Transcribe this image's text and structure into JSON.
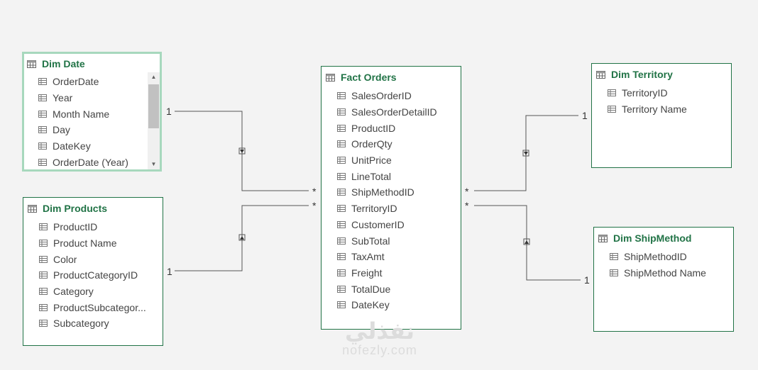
{
  "tables": {
    "dim_date": {
      "title": "Dim Date",
      "columns": [
        "OrderDate",
        "Year",
        "Month Name",
        "Day",
        "DateKey",
        "OrderDate (Year)"
      ]
    },
    "dim_products": {
      "title": "Dim Products",
      "columns": [
        "ProductID",
        "Product Name",
        "Color",
        "ProductCategoryID",
        "Category",
        "ProductSubcategor...",
        "Subcategory"
      ]
    },
    "fact_orders": {
      "title": "Fact Orders",
      "columns": [
        "SalesOrderID",
        "SalesOrderDetailID",
        "ProductID",
        "OrderQty",
        "UnitPrice",
        "LineTotal",
        "ShipMethodID",
        "TerritoryID",
        "CustomerID",
        "SubTotal",
        "TaxAmt",
        "Freight",
        "TotalDue",
        "DateKey"
      ]
    },
    "dim_territory": {
      "title": "Dim Territory",
      "columns": [
        "TerritoryID",
        "Territory Name"
      ]
    },
    "dim_shipmethod": {
      "title": "Dim ShipMethod",
      "columns": [
        "ShipMethodID",
        "ShipMethod Name"
      ]
    }
  },
  "relationships": {
    "date_fact": {
      "one": "1",
      "many": "*"
    },
    "products_fact": {
      "one": "1",
      "many": "*"
    },
    "fact_territory": {
      "one": "1",
      "many": "*"
    },
    "fact_shipmethod": {
      "one": "1",
      "many": "*"
    }
  },
  "watermark": {
    "arabic": "نفذلي",
    "latin": "nofezly.com"
  },
  "colors": {
    "accent": "#217346",
    "selected_border": "#a7d8bd",
    "line": "#555555",
    "background": "#f3f3f3"
  },
  "icons": {
    "table": "table-icon",
    "column": "column-icon"
  }
}
